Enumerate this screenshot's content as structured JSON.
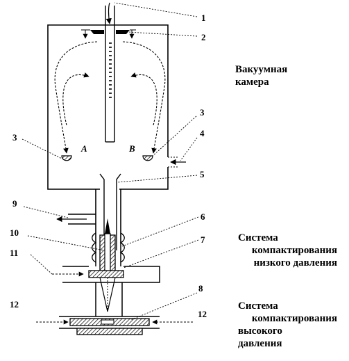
{
  "captions": {
    "vacuum_l1": "Вакуумная",
    "vacuum_l2": "камера",
    "low_l1": "Система",
    "low_l2": "компактирования",
    "low_l3": "низкого давления",
    "high_l1": "Система",
    "high_l2": "компактирования",
    "high_l3": "высокого",
    "high_l4": "давления"
  },
  "numbers": {
    "n1": "1",
    "n2": "2",
    "n3a": "3",
    "n3b": "3",
    "n4": "4",
    "n5": "5",
    "n6": "6",
    "n7": "7",
    "n8": "8",
    "n9": "9",
    "n10": "10",
    "n11": "11",
    "n12a": "12",
    "n12b": "12"
  },
  "points": {
    "a": "A",
    "b": "B"
  }
}
